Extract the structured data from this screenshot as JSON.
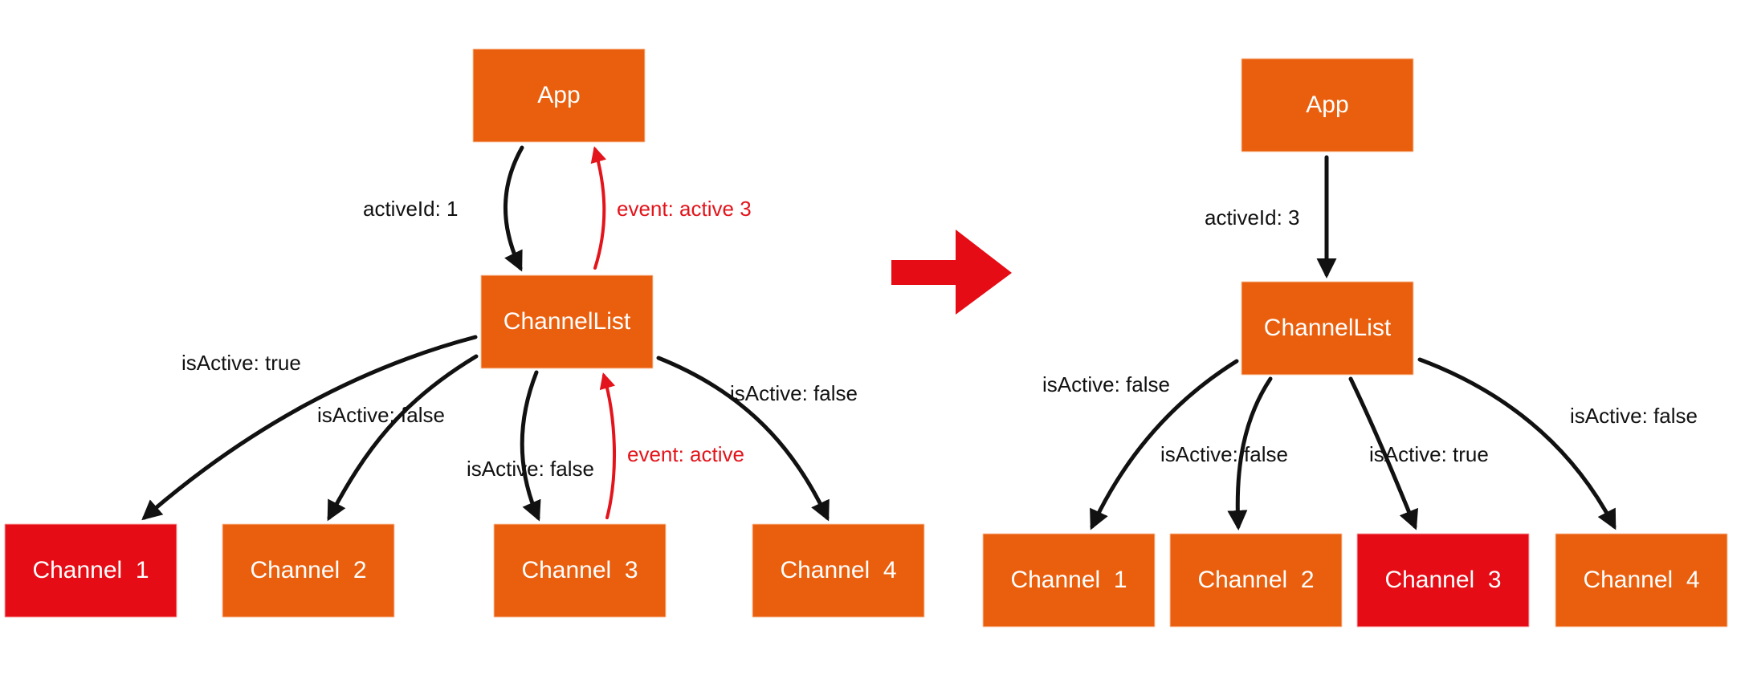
{
  "colors": {
    "node": "#ea5f0d",
    "active_node": "#e60c15",
    "arrow": "#111111",
    "event_arrow": "#e3141b"
  },
  "before": {
    "nodes": {
      "app": "App",
      "channel_list": "ChannelList",
      "channel_1": "Channel  1",
      "channel_2": "Channel  2",
      "channel_3": "Channel  3",
      "channel_4": "Channel  4"
    },
    "labels": {
      "active_id": "activeId: 1",
      "event_active_3": "event: active 3",
      "ch1": "isActive: true",
      "ch2": "isActive: false",
      "ch3": "isActive: false",
      "event_active": "event: active",
      "ch4": "isActive: false"
    }
  },
  "transition_arrow": "arrow-right-icon",
  "after": {
    "nodes": {
      "app": "App",
      "channel_list": "ChannelList",
      "channel_1": "Channel  1",
      "channel_2": "Channel  2",
      "channel_3": "Channel  3",
      "channel_4": "Channel  4"
    },
    "labels": {
      "active_id": "activeId: 3",
      "ch1": "isActive: false",
      "ch2": "isActive: false",
      "ch3": "isActive: true",
      "ch4": "isActive: false"
    }
  }
}
